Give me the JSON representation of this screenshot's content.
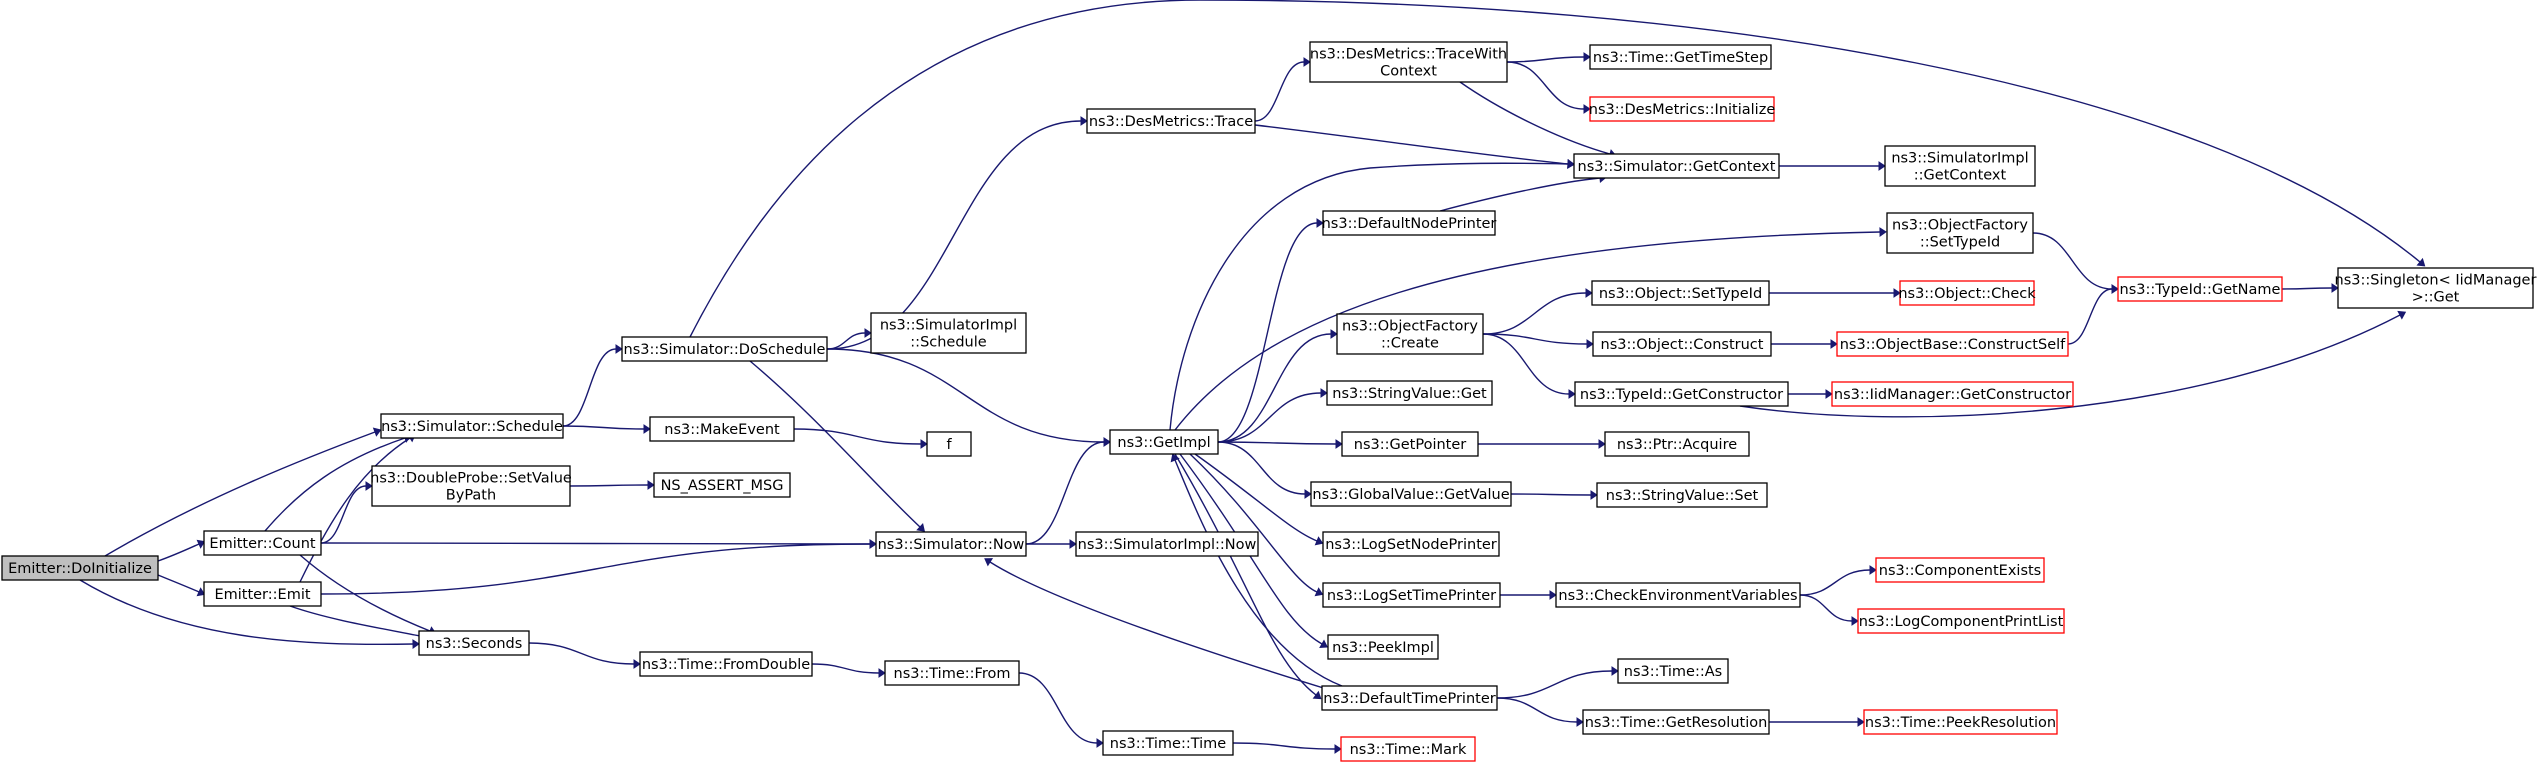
{
  "diagram": {
    "title": "",
    "nodes": [
      {
        "id": "root",
        "lines": [
          "Emitter::DoInitialize"
        ],
        "style": "root"
      },
      {
        "id": "count",
        "lines": [
          "Emitter::Count"
        ],
        "style": "normal"
      },
      {
        "id": "emit",
        "lines": [
          "Emitter::Emit"
        ],
        "style": "normal"
      },
      {
        "id": "schedule",
        "lines": [
          "ns3::Simulator::Schedule"
        ],
        "style": "normal"
      },
      {
        "id": "dps",
        "lines": [
          "ns3::DoubleProbe::SetValue",
          "ByPath"
        ],
        "style": "normal"
      },
      {
        "id": "seconds",
        "lines": [
          "ns3::Seconds"
        ],
        "style": "normal"
      },
      {
        "id": "doschedule",
        "lines": [
          "ns3::Simulator::DoSchedule"
        ],
        "style": "normal"
      },
      {
        "id": "makeevent",
        "lines": [
          "ns3::MakeEvent"
        ],
        "style": "normal"
      },
      {
        "id": "nsassert",
        "lines": [
          "NS_ASSERT_MSG"
        ],
        "style": "normal"
      },
      {
        "id": "fromdouble",
        "lines": [
          "ns3::Time::FromDouble"
        ],
        "style": "normal"
      },
      {
        "id": "dmtrace",
        "lines": [
          "ns3::DesMetrics::Trace"
        ],
        "style": "normal"
      },
      {
        "id": "simimplsched",
        "lines": [
          "ns3::SimulatorImpl",
          "::Schedule"
        ],
        "style": "normal"
      },
      {
        "id": "f",
        "lines": [
          "f"
        ],
        "style": "normal"
      },
      {
        "id": "now",
        "lines": [
          "ns3::Simulator::Now"
        ],
        "style": "normal"
      },
      {
        "id": "timefrom",
        "lines": [
          "ns3::Time::From"
        ],
        "style": "normal"
      },
      {
        "id": "simimplnow",
        "lines": [
          "ns3::SimulatorImpl::Now"
        ],
        "style": "normal"
      },
      {
        "id": "getimpl",
        "lines": [
          "ns3::GetImpl"
        ],
        "style": "normal"
      },
      {
        "id": "timetime",
        "lines": [
          "ns3::Time::Time"
        ],
        "style": "normal"
      },
      {
        "id": "tracewithctx",
        "lines": [
          "ns3::DesMetrics::TraceWith",
          "Context"
        ],
        "style": "normal"
      },
      {
        "id": "defnodeprinter",
        "lines": [
          "ns3::DefaultNodePrinter"
        ],
        "style": "normal"
      },
      {
        "id": "ofcreate",
        "lines": [
          "ns3::ObjectFactory",
          "::Create"
        ],
        "style": "normal"
      },
      {
        "id": "svget",
        "lines": [
          "ns3::StringValue::Get"
        ],
        "style": "normal"
      },
      {
        "id": "getpointer",
        "lines": [
          "ns3::GetPointer"
        ],
        "style": "normal"
      },
      {
        "id": "gvgetvalue",
        "lines": [
          "ns3::GlobalValue::GetValue"
        ],
        "style": "normal"
      },
      {
        "id": "logsetnode",
        "lines": [
          "ns3::LogSetNodePrinter"
        ],
        "style": "normal"
      },
      {
        "id": "logsettime",
        "lines": [
          "ns3::LogSetTimePrinter"
        ],
        "style": "normal"
      },
      {
        "id": "peekimpl",
        "lines": [
          "ns3::PeekImpl"
        ],
        "style": "normal"
      },
      {
        "id": "deftimeprinter",
        "lines": [
          "ns3::DefaultTimePrinter"
        ],
        "style": "normal"
      },
      {
        "id": "timemark",
        "lines": [
          "ns3::Time::Mark"
        ],
        "style": "red"
      },
      {
        "id": "gettimestep",
        "lines": [
          "ns3::Time::GetTimeStep"
        ],
        "style": "normal"
      },
      {
        "id": "dminit",
        "lines": [
          "ns3::DesMetrics::Initialize"
        ],
        "style": "red"
      },
      {
        "id": "simgetctx",
        "lines": [
          "ns3::Simulator::GetContext"
        ],
        "style": "normal"
      },
      {
        "id": "objsettypeid",
        "lines": [
          "ns3::Object::SetTypeId"
        ],
        "style": "normal"
      },
      {
        "id": "objconstruct",
        "lines": [
          "ns3::Object::Construct"
        ],
        "style": "normal"
      },
      {
        "id": "typeidgetctor",
        "lines": [
          "ns3::TypeId::GetConstructor"
        ],
        "style": "normal"
      },
      {
        "id": "ptracquire",
        "lines": [
          "ns3::Ptr::Acquire"
        ],
        "style": "normal"
      },
      {
        "id": "svset",
        "lines": [
          "ns3::StringValue::Set"
        ],
        "style": "normal"
      },
      {
        "id": "checkenv",
        "lines": [
          "ns3::CheckEnvironmentVariables"
        ],
        "style": "normal"
      },
      {
        "id": "timeas",
        "lines": [
          "ns3::Time::As"
        ],
        "style": "normal"
      },
      {
        "id": "timegetres",
        "lines": [
          "ns3::Time::GetResolution"
        ],
        "style": "normal"
      },
      {
        "id": "simimplgetctx",
        "lines": [
          "ns3::SimulatorImpl",
          "::GetContext"
        ],
        "style": "normal"
      },
      {
        "id": "ofsettypeid",
        "lines": [
          "ns3::ObjectFactory",
          "::SetTypeId"
        ],
        "style": "normal"
      },
      {
        "id": "objcheck",
        "lines": [
          "ns3::Object::Check"
        ],
        "style": "red"
      },
      {
        "id": "obconstructself",
        "lines": [
          "ns3::ObjectBase::ConstructSelf"
        ],
        "style": "red"
      },
      {
        "id": "iidgetctor",
        "lines": [
          "ns3::IidManager::GetConstructor"
        ],
        "style": "red"
      },
      {
        "id": "compexists",
        "lines": [
          "ns3::ComponentExists"
        ],
        "style": "red"
      },
      {
        "id": "logcompprint",
        "lines": [
          "ns3::LogComponentPrintList"
        ],
        "style": "red"
      },
      {
        "id": "peekres",
        "lines": [
          "ns3::Time::PeekResolution"
        ],
        "style": "red"
      },
      {
        "id": "typeidgetname",
        "lines": [
          "ns3::TypeId::GetName"
        ],
        "style": "red"
      },
      {
        "id": "singleton",
        "lines": [
          "ns3::Singleton< IidManager",
          " >::Get"
        ],
        "style": "normal"
      }
    ],
    "edges": [
      [
        "root",
        "count"
      ],
      [
        "root",
        "emit"
      ],
      [
        "root",
        "schedule"
      ],
      [
        "root",
        "seconds"
      ],
      [
        "count",
        "schedule"
      ],
      [
        "count",
        "dps"
      ],
      [
        "count",
        "now"
      ],
      [
        "count",
        "seconds"
      ],
      [
        "emit",
        "schedule"
      ],
      [
        "emit",
        "now"
      ],
      [
        "emit",
        "seconds"
      ],
      [
        "schedule",
        "doschedule"
      ],
      [
        "schedule",
        "makeevent"
      ],
      [
        "dps",
        "nsassert"
      ],
      [
        "seconds",
        "fromdouble"
      ],
      [
        "doschedule",
        "dmtrace"
      ],
      [
        "doschedule",
        "simimplsched"
      ],
      [
        "doschedule",
        "getimpl"
      ],
      [
        "doschedule",
        "now"
      ],
      [
        "doschedule",
        "singleton"
      ],
      [
        "makeevent",
        "f"
      ],
      [
        "fromdouble",
        "timefrom"
      ],
      [
        "timefrom",
        "timetime"
      ],
      [
        "timetime",
        "timemark"
      ],
      [
        "dmtrace",
        "tracewithctx"
      ],
      [
        "dmtrace",
        "simgetctx"
      ],
      [
        "tracewithctx",
        "gettimestep"
      ],
      [
        "tracewithctx",
        "dminit"
      ],
      [
        "tracewithctx",
        "simgetctx"
      ],
      [
        "now",
        "getimpl"
      ],
      [
        "now",
        "simimplnow"
      ],
      [
        "getimpl",
        "simgetctx"
      ],
      [
        "getimpl",
        "defnodeprinter"
      ],
      [
        "getimpl",
        "ofsettypeid"
      ],
      [
        "getimpl",
        "ofcreate"
      ],
      [
        "getimpl",
        "svget"
      ],
      [
        "getimpl",
        "getpointer"
      ],
      [
        "getimpl",
        "gvgetvalue"
      ],
      [
        "getimpl",
        "logsetnode"
      ],
      [
        "getimpl",
        "logsettime"
      ],
      [
        "getimpl",
        "peekimpl"
      ],
      [
        "getimpl",
        "deftimeprinter"
      ],
      [
        "defnodeprinter",
        "simgetctx"
      ],
      [
        "deftimeprinter",
        "getimpl"
      ],
      [
        "deftimeprinter",
        "now"
      ],
      [
        "deftimeprinter",
        "timeas"
      ],
      [
        "deftimeprinter",
        "timegetres"
      ],
      [
        "simgetctx",
        "simimplgetctx"
      ],
      [
        "ofcreate",
        "objsettypeid"
      ],
      [
        "ofcreate",
        "objconstruct"
      ],
      [
        "ofcreate",
        "typeidgetctor"
      ],
      [
        "objsettypeid",
        "objcheck"
      ],
      [
        "objconstruct",
        "obconstructself"
      ],
      [
        "typeidgetctor",
        "iidgetctor"
      ],
      [
        "typeidgetctor",
        "singleton"
      ],
      [
        "getpointer",
        "ptracquire"
      ],
      [
        "gvgetvalue",
        "svset"
      ],
      [
        "logsettime",
        "checkenv"
      ],
      [
        "checkenv",
        "compexists"
      ],
      [
        "checkenv",
        "logcompprint"
      ],
      [
        "timegetres",
        "peekres"
      ],
      [
        "ofsettypeid",
        "typeidgetname"
      ],
      [
        "obconstructself",
        "typeidgetname"
      ],
      [
        "typeidgetname",
        "singleton"
      ]
    ],
    "colors": {
      "edge": "#191970",
      "red_border": "#ff0000",
      "root_fill": "#bfbfbf"
    }
  }
}
